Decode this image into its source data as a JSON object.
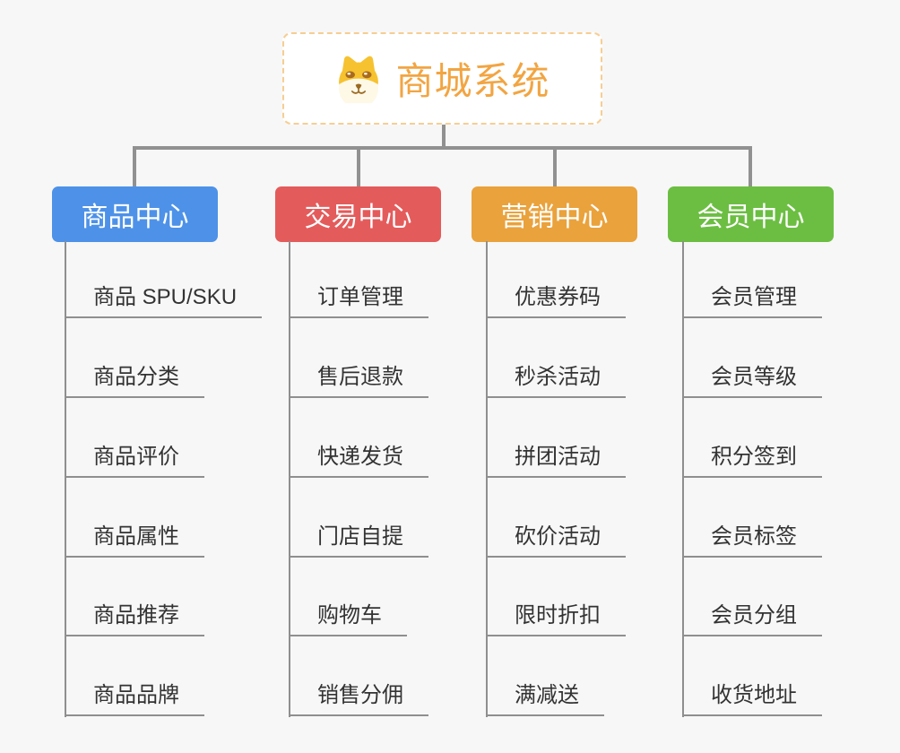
{
  "root": {
    "title": "商城系统",
    "icon": "dog-face-icon",
    "accent_color": "#F2A542",
    "border_color": "#F6CE92"
  },
  "branches": [
    {
      "label": "商品中心",
      "color": "#4D92E8",
      "items": [
        "商品 SPU/SKU",
        "商品分类",
        "商品评价",
        "商品属性",
        "商品推荐",
        "商品品牌"
      ]
    },
    {
      "label": "交易中心",
      "color": "#E45B5B",
      "items": [
        "订单管理",
        "售后退款",
        "快递发货",
        "门店自提",
        "购物车",
        "销售分佣"
      ]
    },
    {
      "label": "营销中心",
      "color": "#EAA23C",
      "items": [
        "优惠券码",
        "秒杀活动",
        "拼团活动",
        "砍价活动",
        "限时折扣",
        "满减送"
      ]
    },
    {
      "label": "会员中心",
      "color": "#6CBE42",
      "items": [
        "会员管理",
        "会员等级",
        "积分签到",
        "会员标签",
        "会员分组",
        "收货地址"
      ]
    }
  ],
  "colors": {
    "background": "#F7F7F7",
    "connector": "#919191",
    "underline": "#8F8F8F",
    "item_text": "#333333"
  }
}
